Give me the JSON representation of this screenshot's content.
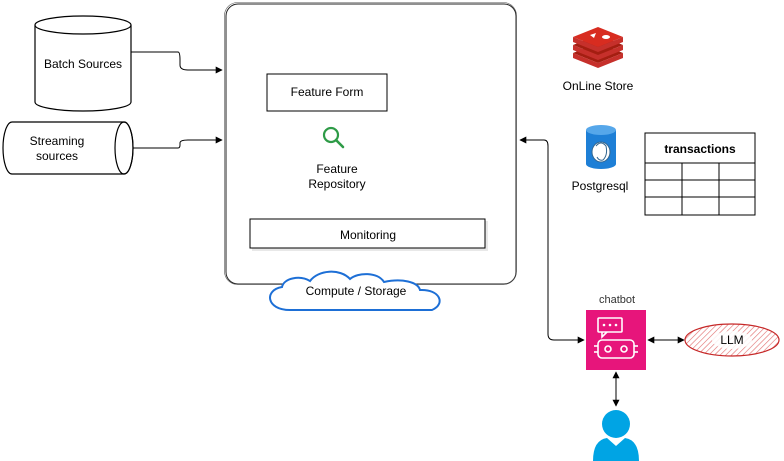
{
  "nodes": {
    "batch_sources": "Batch Sources",
    "streaming_sources_line1": "Streaming",
    "streaming_sources_line2": "sources",
    "feature_form": "Feature Form",
    "feature_repository_line1": "Feature",
    "feature_repository_line2": "Repository",
    "monitoring": "Monitoring",
    "compute_storage": "Compute / Storage",
    "online_store": "OnLine Store",
    "postgresql": "Postgresql",
    "transactions_table_header": "transactions",
    "chatbot": "chatbot",
    "llm": "LLM"
  },
  "colors": {
    "redis_red": "#c6302b",
    "postgres_blue": "#1e7fd6",
    "chatbot_pink": "#e7157b",
    "user_cyan": "#00a4e4",
    "cloud_blue": "#1d6fd6",
    "llm_hatch": "#d9534f",
    "search_green": "#2e9b47"
  },
  "icons": {
    "search": "search-icon",
    "redis": "redis-icon",
    "postgres": "postgres-icon",
    "chatbot": "chatbot-icon",
    "user": "user-icon",
    "cloud": "cloud-icon"
  }
}
